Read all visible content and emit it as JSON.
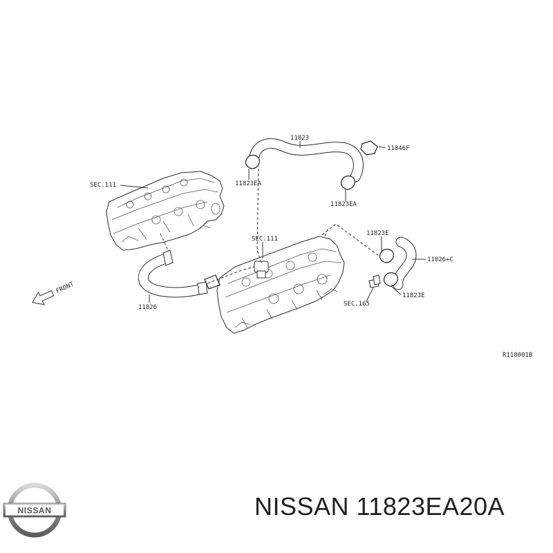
{
  "diagram": {
    "labels": {
      "sec111_left": "SEC.111",
      "sec111_center": "SEC.111",
      "sec165": "SEC.165",
      "hose_11823": "11823",
      "clamp_11823ea_left": "11823EA",
      "clamp_11823ea_right": "11823EA",
      "part_11846f": "11846F",
      "clamp_11823e_top": "11823E",
      "clamp_11823e_bottom": "11823E",
      "hose_11826": "11826",
      "hose_11826c": "11826+C",
      "front": "FRONT",
      "drawing_ref": "R118001B"
    }
  },
  "footer": {
    "brand_title": "NISSAN 11823EA20A",
    "logo_text": "NISSAN"
  },
  "colors": {
    "line": "#2a2a2a",
    "background": "#ffffff",
    "logo_metal": "#8c8c8c"
  }
}
